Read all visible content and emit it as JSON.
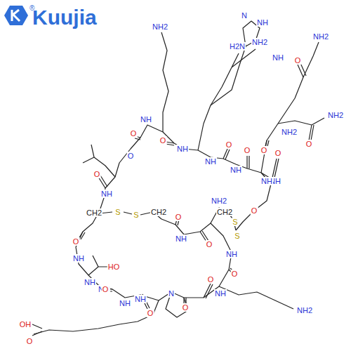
{
  "diagram": {
    "labels": [
      "®",
      "Kuujia",
      "NH2",
      "N",
      "NH",
      "NH2",
      "H2N",
      "NH2",
      "NH",
      "O",
      "O",
      "NH2",
      "NH",
      "O",
      "O",
      "NH",
      "NH",
      "O",
      "NH",
      "O",
      "NH",
      "O",
      "O",
      "NH2",
      "CH2",
      "S",
      "S",
      "CH2",
      "NH2",
      "O",
      "NH",
      "O",
      "S",
      "S",
      "CH2",
      "NH",
      "O",
      "NH",
      "NH",
      "O",
      "NH2",
      "O",
      "NH",
      "NH",
      "O",
      "NH",
      "O",
      "HO",
      "NH",
      "O",
      "NH",
      "N",
      "O",
      "O",
      "O",
      "NH",
      "OH",
      "O"
    ]
  }
}
